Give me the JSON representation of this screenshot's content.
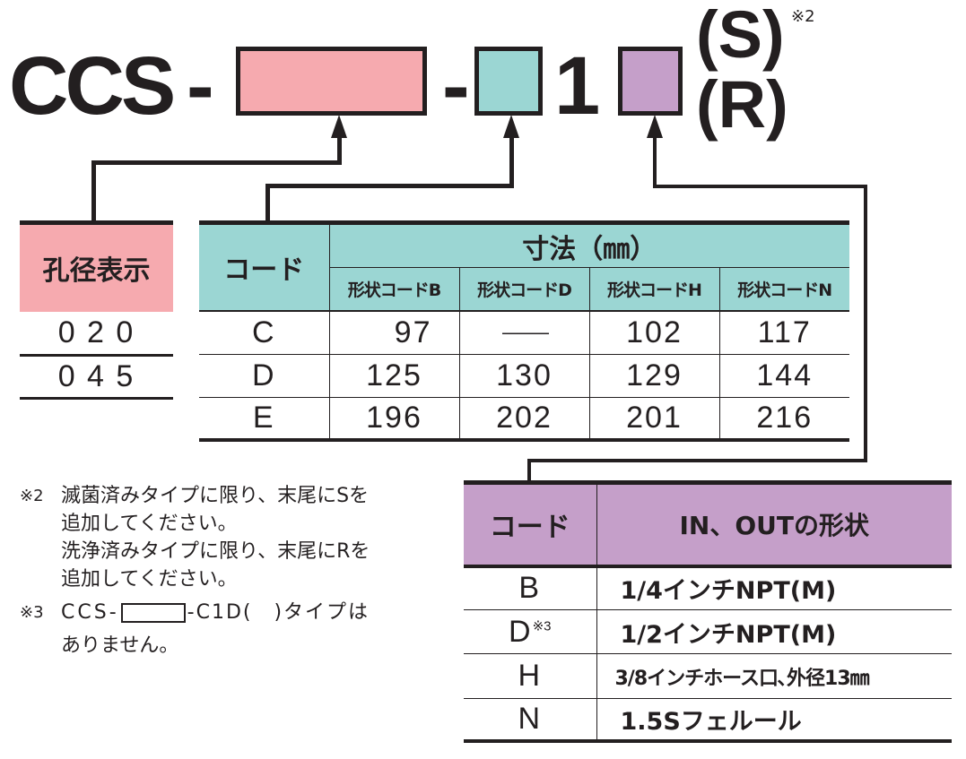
{
  "model_code": {
    "prefix": "CCS",
    "dash": "-",
    "digit": "1",
    "suffix_s": "(S)",
    "suffix_r": "(R)",
    "suffix_note": "※2"
  },
  "colors": {
    "hole": "#f6aaaf",
    "size": "#9bd6d3",
    "shape": "#c59fc9"
  },
  "hole_table": {
    "header": "孔径表示",
    "rows": [
      "0 2 0",
      "0 4 5"
    ]
  },
  "size_table": {
    "code_header": "コード",
    "dim_header": "寸法（㎜）",
    "sub_headers": [
      "形状コードB",
      "形状コードD",
      "形状コードH",
      "形状コードN"
    ],
    "rows": [
      {
        "code": "C",
        "values": [
          "97",
          "———",
          "102",
          "117"
        ]
      },
      {
        "code": "D",
        "values": [
          "125",
          "130",
          "129",
          "144"
        ]
      },
      {
        "code": "E",
        "values": [
          "196",
          "202",
          "201",
          "216"
        ]
      }
    ]
  },
  "shape_table": {
    "code_header": "コード",
    "shape_header": "IN、OUTの形状",
    "rows": [
      {
        "code": "B",
        "note": "",
        "shape": "1/4インチNPT(M)"
      },
      {
        "code": "D",
        "note": "※3",
        "shape": "1/2インチNPT(M)"
      },
      {
        "code": "H",
        "note": "",
        "shape": "3/8インチホース口､外径13㎜"
      },
      {
        "code": "N",
        "note": "",
        "shape": "1.5Sフェルール"
      }
    ]
  },
  "notes": {
    "n2_mark": "※2",
    "n2_lines": [
      "滅菌済みタイプに限り、末尾にSを",
      "追加してください。",
      "洗浄済みタイプに限り、末尾にRを",
      "追加してください。"
    ],
    "n3_mark": "※3",
    "n3_pre": "CCS-",
    "n3_post": "-C1D(　)タイプは",
    "n3_line2": "ありません。"
  }
}
